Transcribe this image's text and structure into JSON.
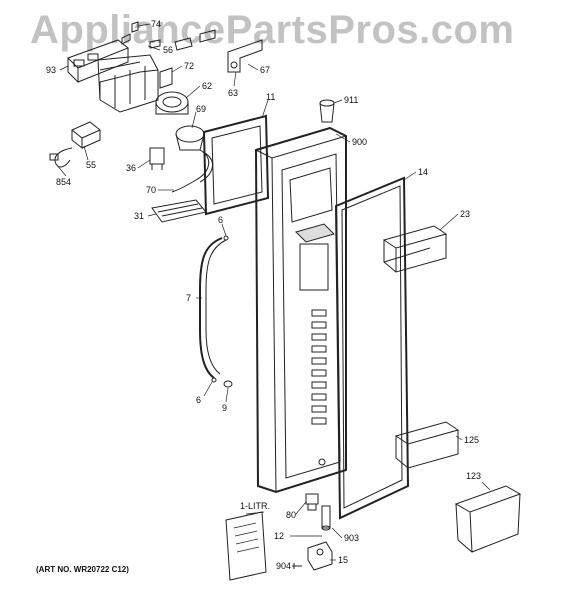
{
  "watermark": "AppliancePartsPros.com",
  "art_number": "(ART NO. WR20722 C12)",
  "callouts": [
    {
      "id": "74",
      "text": "74"
    },
    {
      "id": "56",
      "text": "56"
    },
    {
      "id": "93",
      "text": "93"
    },
    {
      "id": "72",
      "text": "72"
    },
    {
      "id": "62",
      "text": "62"
    },
    {
      "id": "63",
      "text": "63"
    },
    {
      "id": "67",
      "text": "67"
    },
    {
      "id": "69",
      "text": "69"
    },
    {
      "id": "11",
      "text": "11"
    },
    {
      "id": "911",
      "text": "911"
    },
    {
      "id": "900",
      "text": "900"
    },
    {
      "id": "55",
      "text": "55"
    },
    {
      "id": "854",
      "text": "854"
    },
    {
      "id": "36",
      "text": "36"
    },
    {
      "id": "70",
      "text": "70"
    },
    {
      "id": "14",
      "text": "14"
    },
    {
      "id": "23",
      "text": "23"
    },
    {
      "id": "31",
      "text": "31"
    },
    {
      "id": "6a",
      "text": "6"
    },
    {
      "id": "7",
      "text": "7"
    },
    {
      "id": "6b",
      "text": "6"
    },
    {
      "id": "9",
      "text": "9"
    },
    {
      "id": "125",
      "text": "125"
    },
    {
      "id": "123",
      "text": "123"
    },
    {
      "id": "1litr",
      "text": "1-LITR."
    },
    {
      "id": "80",
      "text": "80"
    },
    {
      "id": "12",
      "text": "12"
    },
    {
      "id": "903",
      "text": "903"
    },
    {
      "id": "904",
      "text": "904"
    },
    {
      "id": "15",
      "text": "15"
    }
  ]
}
